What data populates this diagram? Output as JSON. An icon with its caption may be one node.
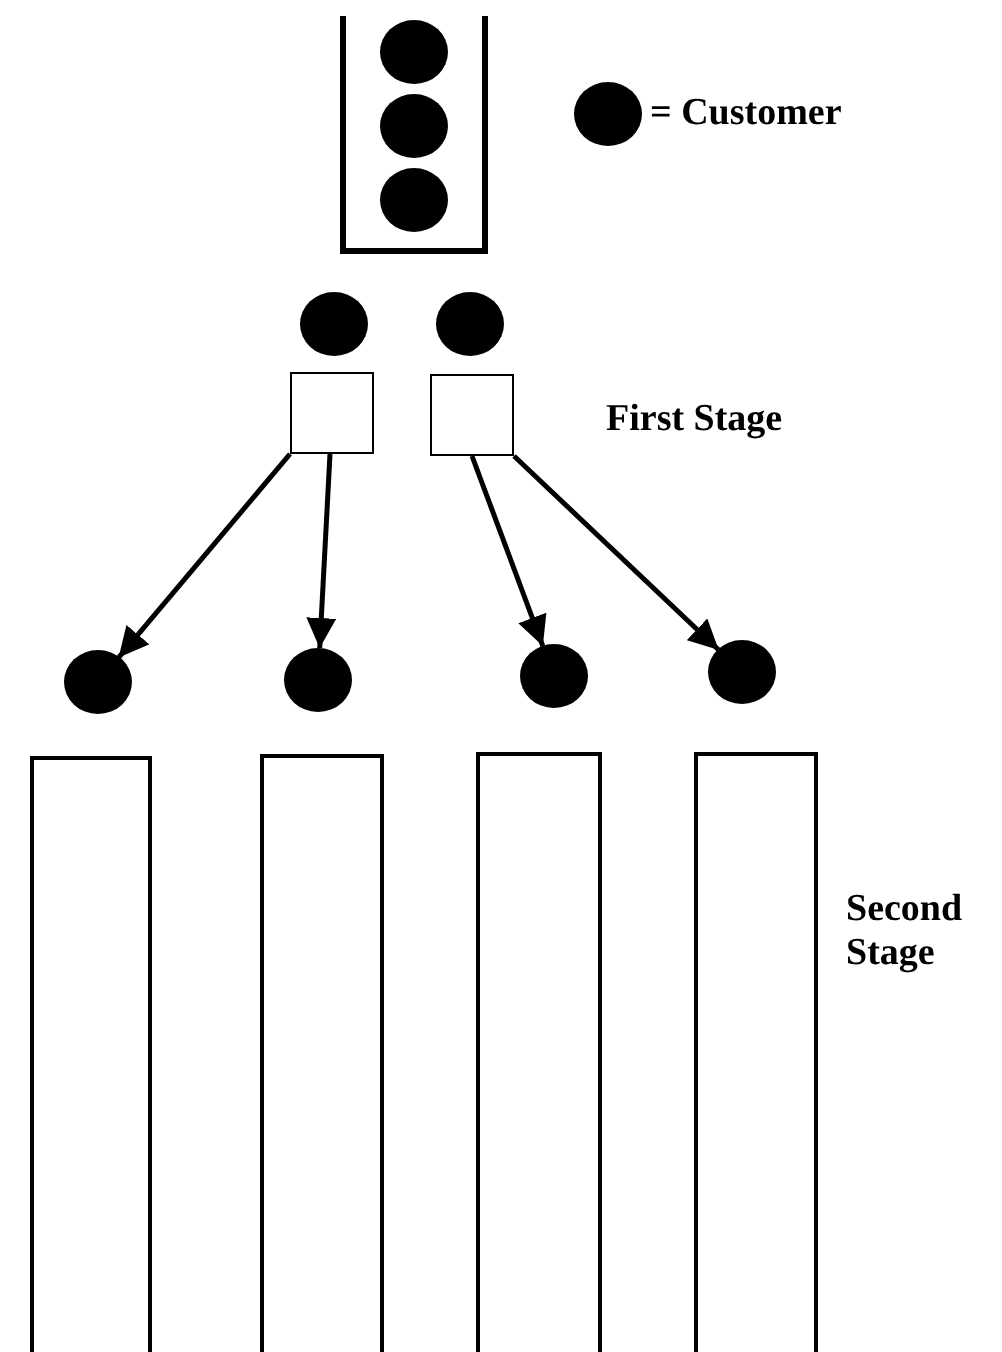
{
  "diagram": {
    "nodes": [
      {
        "text": [],
        "shape": "box"
      },
      {
        "text": [],
        "shape": "circle",
        "in": 0
      },
      {
        "text": [],
        "shape": "circle",
        "in": 0
      },
      {
        "text": [],
        "shape": "circle",
        "in": 0
      },
      {
        "text": [],
        "shape": "circle"
      },
      {
        "text": [],
        "shape": "circle"
      },
      {
        "text": [],
        "shape": "box"
      },
      {
        "text": [],
        "shape": "box"
      },
      {
        "text": [],
        "shape": "circle"
      },
      {
        "text": [],
        "shape": "circle"
      },
      {
        "text": [],
        "shape": "circle"
      },
      {
        "text": [],
        "shape": "circle"
      },
      {
        "text": [],
        "shape": "bar"
      },
      {
        "text": [],
        "shape": "bar"
      },
      {
        "text": [],
        "shape": "bar"
      },
      {
        "text": [],
        "shape": "bar"
      }
    ],
    "edges": [
      {
        "from": 6,
        "to": 8,
        "arrow": "to"
      },
      {
        "from": 6,
        "to": 9,
        "arrow": "to"
      },
      {
        "from": 7,
        "to": 10,
        "arrow": "to"
      },
      {
        "from": 7,
        "to": 11,
        "arrow": "to"
      }
    ],
    "labels": [
      "First Stage",
      "Second Stage"
    ],
    "legend": [
      {
        "text": "= Customer"
      }
    ]
  }
}
